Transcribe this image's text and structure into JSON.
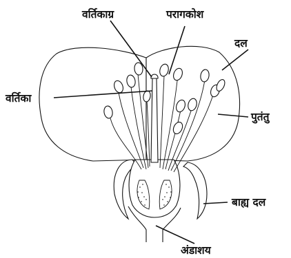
{
  "diagram": {
    "labels": {
      "stigma": "वर्तिकाग्र",
      "anther": "परागकोश",
      "petal": "दल",
      "style": "वर्तिका",
      "filament": "पुतंतु",
      "sepal": "बाह्य दल",
      "ovary": "अंडाशय"
    },
    "colors": {
      "line": "#111111",
      "background": "#ffffff"
    }
  }
}
